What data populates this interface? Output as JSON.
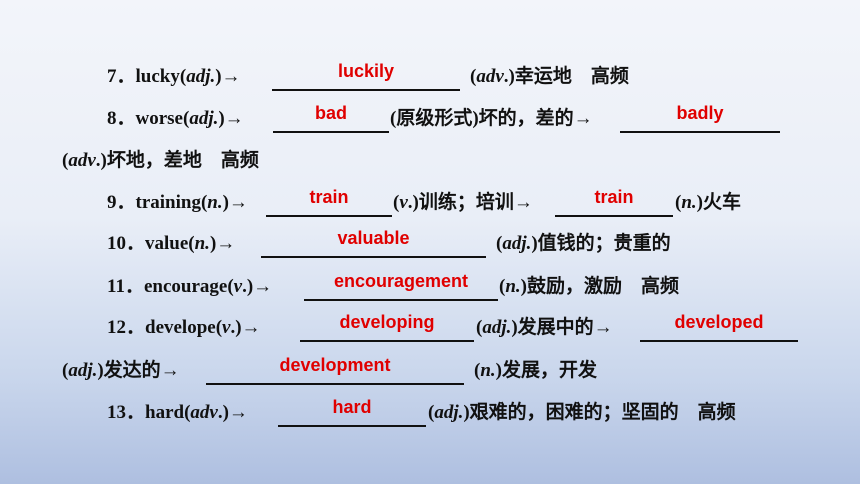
{
  "items": [
    {
      "lead": "7．lucky(",
      "pos1": "adj.",
      "close1": ")→",
      "answer1": "luckily",
      "tail_open": "(",
      "pos2": "adv",
      "tail": ".)幸运地　高频"
    },
    {
      "lead": "8．worse(",
      "pos1": "adj.",
      "close1": ")→",
      "answer1": "bad",
      "mid": "(原级形式)坏的，差的→",
      "answer2": "badly",
      "cont_open": "(",
      "cont_pos": "adv",
      "cont_tail": ".)坏地，差地　高频"
    },
    {
      "lead": "9．training(",
      "pos1": "n.",
      "close1": ")→",
      "answer1": "train",
      "mid_open": "(",
      "mid_pos": "v",
      "mid": ".)训练；培训→",
      "answer2": "train",
      "tail_open": "(",
      "pos2": "n.",
      "tail": ")火车"
    },
    {
      "lead": "10．value(",
      "pos1": "n.",
      "close1": ")→",
      "answer1": "valuable",
      "tail_open": "(",
      "pos2": "adj.",
      "tail": ")值钱的；贵重的"
    },
    {
      "lead": "11．encourage(",
      "pos1": "v",
      "close1": ".)→",
      "answer1": "encouragement",
      "tail_open": "(",
      "pos2": "n.",
      "tail": ")鼓励，激励　高频"
    },
    {
      "lead": "12．develope(",
      "pos1": "v",
      "close1": ".)→",
      "answer1": "developing",
      "tail_open": "(",
      "pos2": "adj.",
      "tail": ")发展中的→",
      "answer2": "developed",
      "cont_open": "(",
      "cont_pos": "adj.",
      "cont_tail": ")发达的→",
      "answer3": "development",
      "tail3_open": "(",
      "pos3": "n.",
      "tail3": ")发展，开发"
    },
    {
      "lead": "13．hard(",
      "pos1": "adv",
      "close1": ".)→",
      "answer1": "hard",
      "tail_open": "(",
      "pos2": "adj.",
      "tail": ")艰难的，困难的；坚固的　高频"
    }
  ]
}
